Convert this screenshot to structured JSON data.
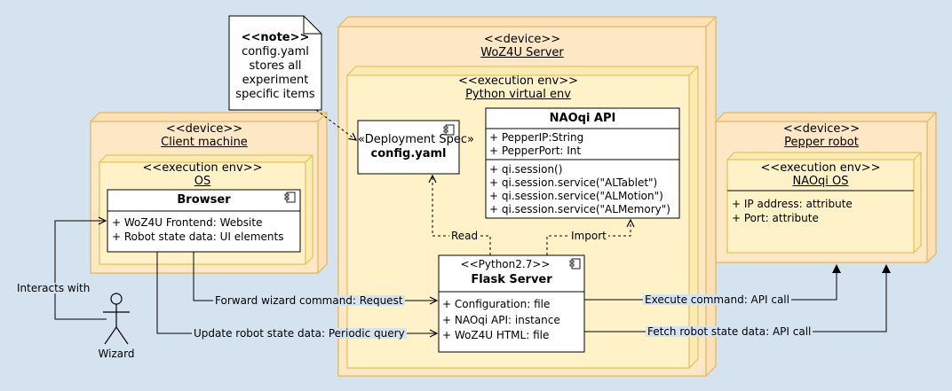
{
  "server": {
    "stereotype": "<<device>>",
    "name": "WoZ4U Server",
    "env_stereotype": "<<execution env>>",
    "env_name": "Python virtual env"
  },
  "client": {
    "stereotype": "<<device>>",
    "name": "Client machine",
    "env_stereotype": "<<execution env>>",
    "env_name": "OS"
  },
  "robot": {
    "stereotype": "<<device>>",
    "name": "Pepper robot",
    "env_stereotype": "<<execution env>>",
    "env_name": "NAOqi OS",
    "attributes": [
      "+ IP address: attribute",
      "+ Port: attribute"
    ]
  },
  "note": {
    "title": "<<note>>",
    "lines": [
      "config.yaml",
      "stores all",
      "experiment",
      "specific items"
    ]
  },
  "deployment_spec": {
    "stereotype": "«Deployment Spec»",
    "name": "config.yaml"
  },
  "naoqi_api": {
    "name": "NAOqi API",
    "attributes": [
      "+ PepperIP:String",
      "+ PepperPort: Int"
    ],
    "operations": [
      "+ qi.session()",
      "+ qi.session.service(\"ALTablet\")",
      "+ qi.session.service(\"ALMotion\")",
      "+ qi.session.service(\"ALMemory\")"
    ]
  },
  "browser": {
    "name": "Browser",
    "attributes": [
      "+ WoZ4U Frontend: Website",
      "+ Robot state data: UI elements"
    ]
  },
  "flask": {
    "stereotype": "<<Python2.7>>",
    "name": "Flask Server",
    "attributes": [
      "+ Configuration: file",
      "+ NAOqi API: instance",
      "+ WoZ4U HTML: file"
    ]
  },
  "actor": {
    "name": "Wizard"
  },
  "edges": {
    "interacts": "Interacts with",
    "forward": "Forward wizard command: Request",
    "update": "Update robot state data: Periodic query",
    "execute": "Execute command: API call",
    "fetch": "Fetch robot state data: API call",
    "read": "Read",
    "import": "Import"
  }
}
